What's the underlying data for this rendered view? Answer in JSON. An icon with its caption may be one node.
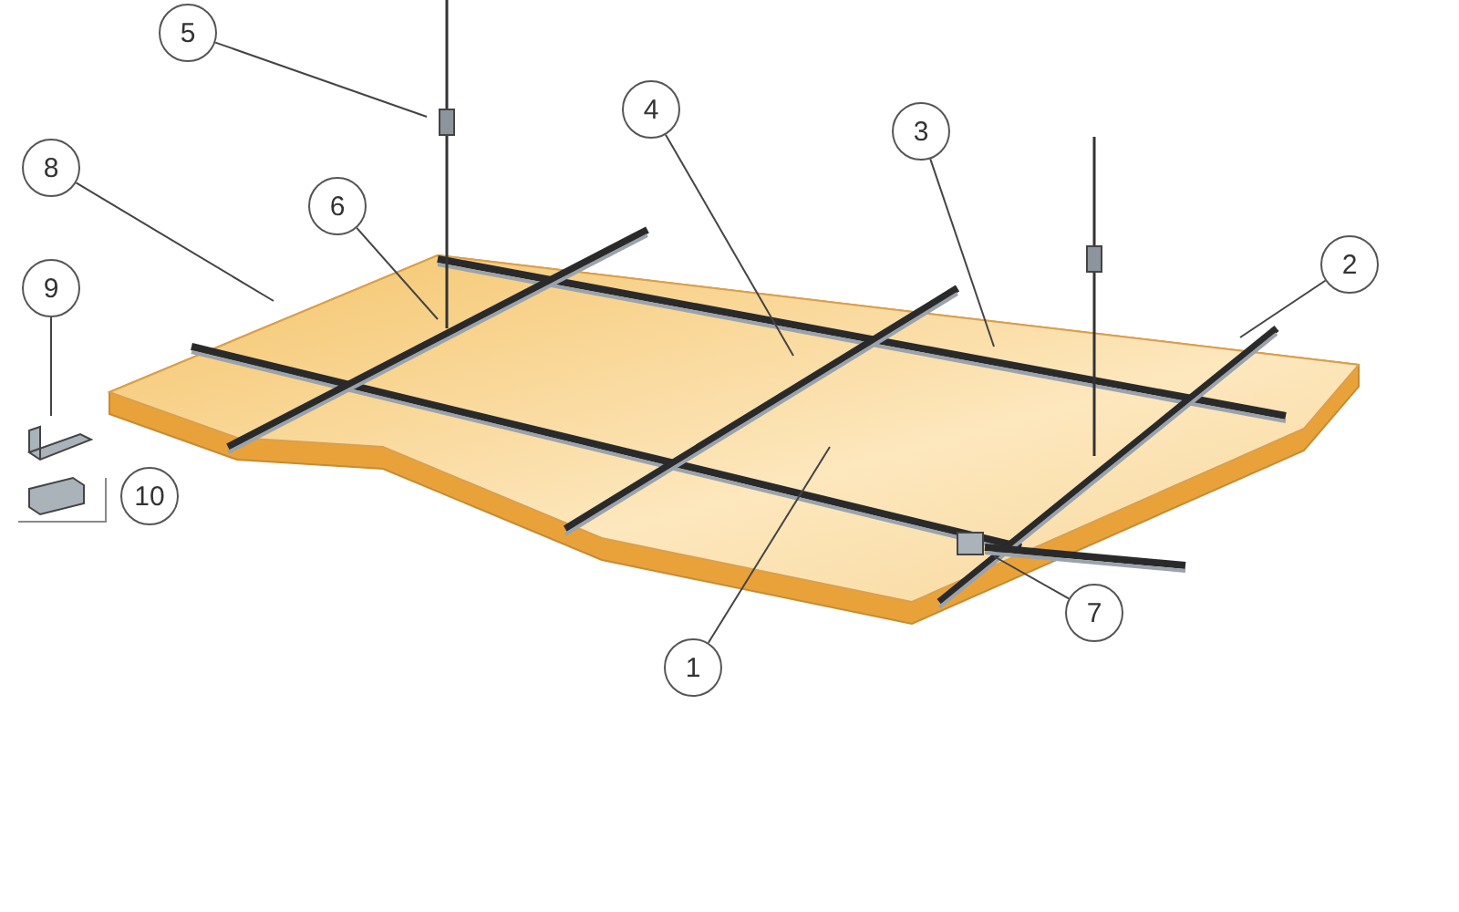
{
  "diagram": {
    "nodes": [
      {
        "text": [
          "5"
        ]
      },
      {
        "text": [
          "4"
        ]
      },
      {
        "text": [
          "3"
        ]
      },
      {
        "text": [
          "8"
        ]
      },
      {
        "text": [
          "6"
        ]
      },
      {
        "text": [
          "2"
        ]
      },
      {
        "text": [
          "9"
        ]
      },
      {
        "text": [
          "10"
        ]
      },
      {
        "text": [
          "7"
        ]
      },
      {
        "text": [
          "1"
        ]
      }
    ],
    "edges": [
      {
        "from": 0,
        "to": null,
        "arrow": "none"
      },
      {
        "from": 1,
        "to": null,
        "arrow": "none"
      },
      {
        "from": 2,
        "to": null,
        "arrow": "none"
      },
      {
        "from": 3,
        "to": null,
        "arrow": "none"
      },
      {
        "from": 4,
        "to": null,
        "arrow": "none"
      },
      {
        "from": 5,
        "to": null,
        "arrow": "none"
      },
      {
        "from": 6,
        "to": null,
        "arrow": "none"
      },
      {
        "from": 8,
        "to": null,
        "arrow": "none"
      },
      {
        "from": 9,
        "to": null,
        "arrow": "none"
      }
    ]
  }
}
